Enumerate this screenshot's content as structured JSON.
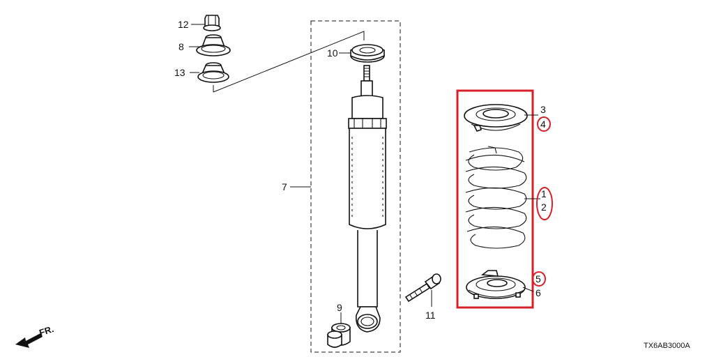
{
  "diagram": {
    "drawing_code": "TX6AB3000A",
    "direction_label": "FR.",
    "highlight_color": "#d62027",
    "callouts": {
      "c1": "1",
      "c2": "2",
      "c3": "3",
      "c4": "4",
      "c5": "5",
      "c6": "6",
      "c7": "7",
      "c8": "8",
      "c9": "9",
      "c10": "10",
      "c11": "11",
      "c12": "12",
      "c13": "13"
    }
  }
}
